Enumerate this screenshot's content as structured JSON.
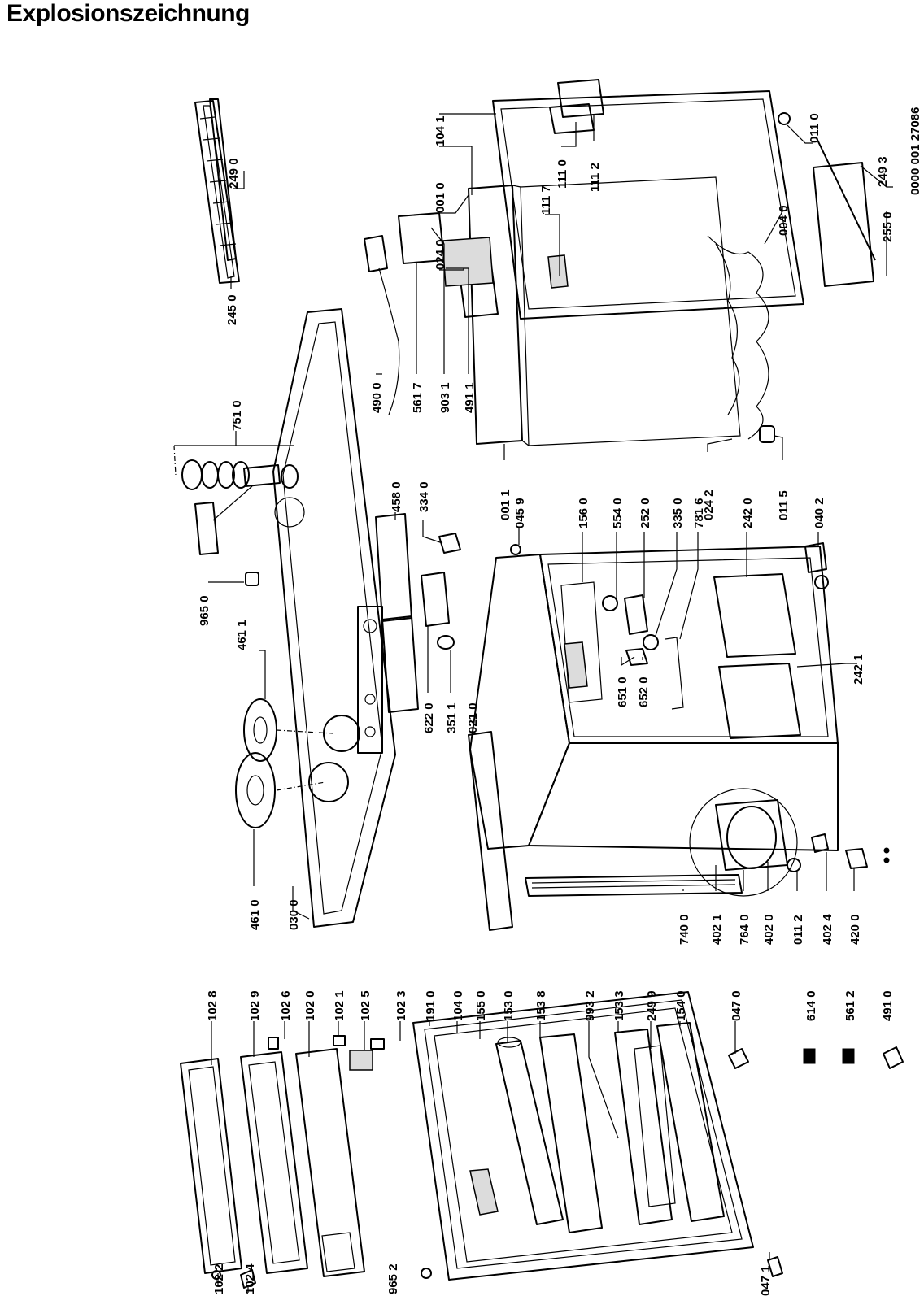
{
  "title": "Explosionszeichnung",
  "document_number": "0000 001 27086",
  "parts": [
    {
      "id": "p-1022",
      "label": "102 2"
    },
    {
      "id": "p-1024",
      "label": "102 4"
    },
    {
      "id": "p-9652",
      "label": "965 2"
    },
    {
      "id": "p-1028",
      "label": "102 8"
    },
    {
      "id": "p-1029",
      "label": "102 9"
    },
    {
      "id": "p-1026",
      "label": "102 6"
    },
    {
      "id": "p-1020",
      "label": "102 0"
    },
    {
      "id": "p-1021",
      "label": "102 1"
    },
    {
      "id": "p-1025",
      "label": "102 5"
    },
    {
      "id": "p-1023",
      "label": "102 3"
    },
    {
      "id": "p-1910",
      "label": "191 0"
    },
    {
      "id": "p-1040b",
      "label": "104 0"
    },
    {
      "id": "p-1550",
      "label": "155 0"
    },
    {
      "id": "p-1530",
      "label": "153 0"
    },
    {
      "id": "p-1538",
      "label": "153 8"
    },
    {
      "id": "p-9932",
      "label": "993 2"
    },
    {
      "id": "p-1533",
      "label": "153 3"
    },
    {
      "id": "p-2499",
      "label": "249 9"
    },
    {
      "id": "p-1540",
      "label": "154 0"
    },
    {
      "id": "p-0470",
      "label": "047 0"
    },
    {
      "id": "p-0471",
      "label": "047 1"
    },
    {
      "id": "p-6140",
      "label": "614 0"
    },
    {
      "id": "p-5612",
      "label": "561 2"
    },
    {
      "id": "p-4910b",
      "label": "491 0"
    },
    {
      "id": "p-4610",
      "label": "461 0"
    },
    {
      "id": "p-0300",
      "label": "030 0"
    },
    {
      "id": "p-9650",
      "label": "965 0"
    },
    {
      "id": "p-4611",
      "label": "461 1"
    },
    {
      "id": "p-7510",
      "label": "751 0"
    },
    {
      "id": "p-2450",
      "label": "245 0"
    },
    {
      "id": "p-2490",
      "label": "249 0"
    },
    {
      "id": "p-4900",
      "label": "490 0"
    },
    {
      "id": "p-5617",
      "label": "561 7"
    },
    {
      "id": "p-9031",
      "label": "903 1"
    },
    {
      "id": "p-4911",
      "label": "491 1"
    },
    {
      "id": "p-0240",
      "label": "024 0"
    },
    {
      "id": "p-0010",
      "label": "001 0"
    },
    {
      "id": "p-1041",
      "label": "104 1"
    },
    {
      "id": "p-1117",
      "label": "111 7"
    },
    {
      "id": "p-1110",
      "label": "111 0"
    },
    {
      "id": "p-1112",
      "label": "111 2"
    },
    {
      "id": "p-0110",
      "label": "011 0"
    },
    {
      "id": "p-2493",
      "label": "249 3"
    },
    {
      "id": "p-2550",
      "label": "255 0"
    },
    {
      "id": "p-0040",
      "label": "004 0"
    },
    {
      "id": "p-0011",
      "label": "001 1"
    },
    {
      "id": "p-0242",
      "label": "024 2"
    },
    {
      "id": "p-0115",
      "label": "011 5"
    },
    {
      "id": "p-4580",
      "label": "458 0"
    },
    {
      "id": "p-3340",
      "label": "334 0"
    },
    {
      "id": "p-6220",
      "label": "622 0"
    },
    {
      "id": "p-3511",
      "label": "351 1"
    },
    {
      "id": "p-0210",
      "label": "021 0"
    },
    {
      "id": "p-0459",
      "label": "045 9"
    },
    {
      "id": "p-1560",
      "label": "156 0"
    },
    {
      "id": "p-5540",
      "label": "554 0"
    },
    {
      "id": "p-2520",
      "label": "252 0"
    },
    {
      "id": "p-3350",
      "label": "335 0"
    },
    {
      "id": "p-7816",
      "label": "781 6"
    },
    {
      "id": "p-2420",
      "label": "242 0"
    },
    {
      "id": "p-0402",
      "label": "040 2"
    },
    {
      "id": "p-2421",
      "label": "242 1"
    },
    {
      "id": "p-6510",
      "label": "651 0"
    },
    {
      "id": "p-6520",
      "label": "652 0"
    },
    {
      "id": "p-7400",
      "label": "740 0"
    },
    {
      "id": "p-4021",
      "label": "402 1"
    },
    {
      "id": "p-7640",
      "label": "764 0"
    },
    {
      "id": "p-4020",
      "label": "402 0"
    },
    {
      "id": "p-0112",
      "label": "011 2"
    },
    {
      "id": "p-4024",
      "label": "402 4"
    },
    {
      "id": "p-4200",
      "label": "420 0"
    }
  ]
}
